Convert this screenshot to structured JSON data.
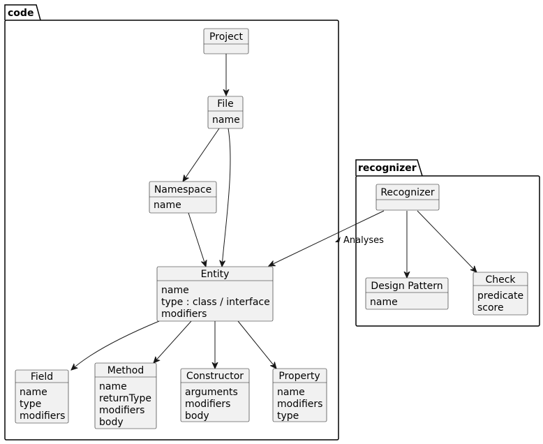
{
  "packages": {
    "code": "code",
    "recognizer": "recognizer"
  },
  "objects": {
    "project": {
      "name": "Project",
      "fields": []
    },
    "file": {
      "name": "File",
      "fields": [
        "name"
      ]
    },
    "namespace": {
      "name": "Namespace",
      "fields": [
        "name"
      ]
    },
    "entity": {
      "name": "Entity",
      "fields": [
        "name",
        "type : class / interface",
        "modifiers"
      ]
    },
    "field": {
      "name": "Field",
      "fields": [
        "name",
        "type",
        "modifiers"
      ]
    },
    "method": {
      "name": "Method",
      "fields": [
        "name",
        "returnType",
        "modifiers",
        "body"
      ]
    },
    "constructor": {
      "name": "Constructor",
      "fields": [
        "arguments",
        "modifiers",
        "body"
      ]
    },
    "property": {
      "name": "Property",
      "fields": [
        "name",
        "modifiers",
        "type"
      ]
    },
    "recognizer": {
      "name": "Recognizer",
      "fields": []
    },
    "design_pattern": {
      "name": "Design Pattern",
      "fields": [
        "name"
      ]
    },
    "check": {
      "name": "Check",
      "fields": [
        "predicate",
        "score"
      ]
    }
  },
  "edges": {
    "analyses_label": "Analyses"
  }
}
